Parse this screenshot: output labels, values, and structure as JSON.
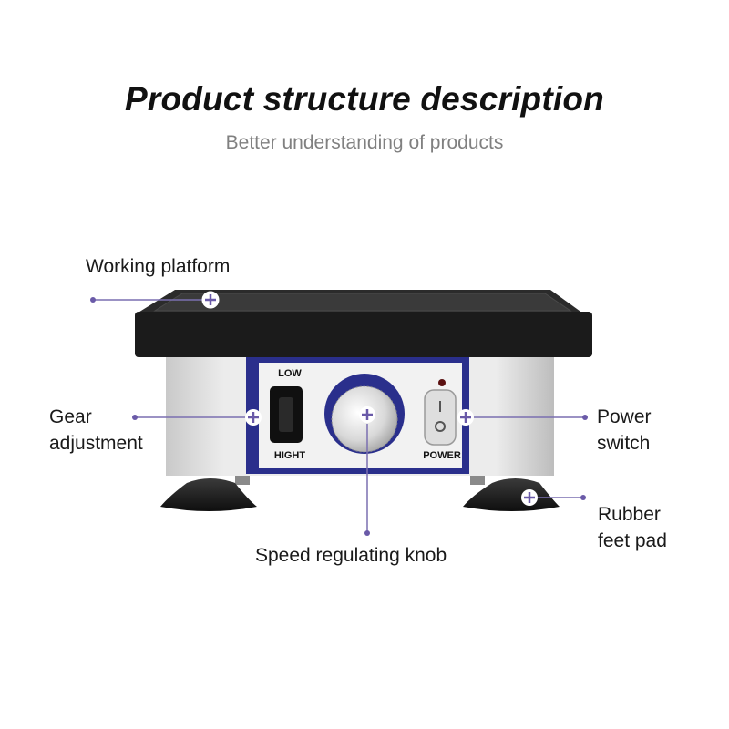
{
  "header": {
    "title": "Product structure description",
    "subtitle": "Better understanding of products"
  },
  "panel": {
    "low": "LOW",
    "hight": "HIGHT",
    "power": "POWER"
  },
  "callouts": {
    "working_platform": "Working platform",
    "gear_line1": "Gear",
    "gear_line2": "adjustment",
    "power_line1": "Power",
    "power_line2": "switch",
    "rubber_line1": "Rubber",
    "rubber_line2": "feet pad",
    "speed_knob": "Speed regulating knob"
  },
  "colors": {
    "accent": "#6a5aa8",
    "panel_blue": "#2a2f8c",
    "platform": "#1b1b1b"
  }
}
